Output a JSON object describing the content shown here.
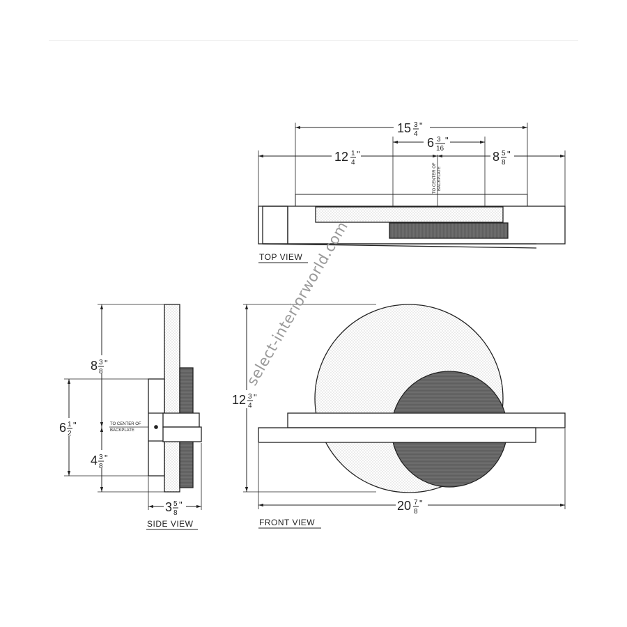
{
  "views": {
    "top": {
      "label": "TOP VIEW"
    },
    "side": {
      "label": "SIDE VIEW"
    },
    "front": {
      "label": "FRONT VIEW"
    }
  },
  "dimensions": {
    "top_overall": {
      "whole": "15",
      "num": "3",
      "den": "4"
    },
    "top_center": {
      "whole": "6",
      "num": "3",
      "den": "16"
    },
    "top_left": {
      "whole": "12",
      "num": "1",
      "den": "4"
    },
    "top_right": {
      "whole": "8",
      "num": "5",
      "den": "8"
    },
    "side_upper": {
      "whole": "8",
      "num": "3",
      "den": "8"
    },
    "side_plate": {
      "whole": "6",
      "num": "1",
      "den": "2"
    },
    "side_lower": {
      "whole": "4",
      "num": "3",
      "den": "8"
    },
    "side_depth": {
      "whole": "3",
      "num": "5",
      "den": "8"
    },
    "front_height": {
      "whole": "12",
      "num": "3",
      "den": "4"
    },
    "front_width": {
      "whole": "20",
      "num": "7",
      "den": "8"
    }
  },
  "annotations": {
    "center_line1": "TO CENTER OF",
    "center_line2": "BACKPLATE"
  },
  "watermark": "select-interiorworld.com",
  "colors": {
    "line": "#222222",
    "dark_fill": "#6e6e6e",
    "stipple": "#b5b5b5"
  }
}
